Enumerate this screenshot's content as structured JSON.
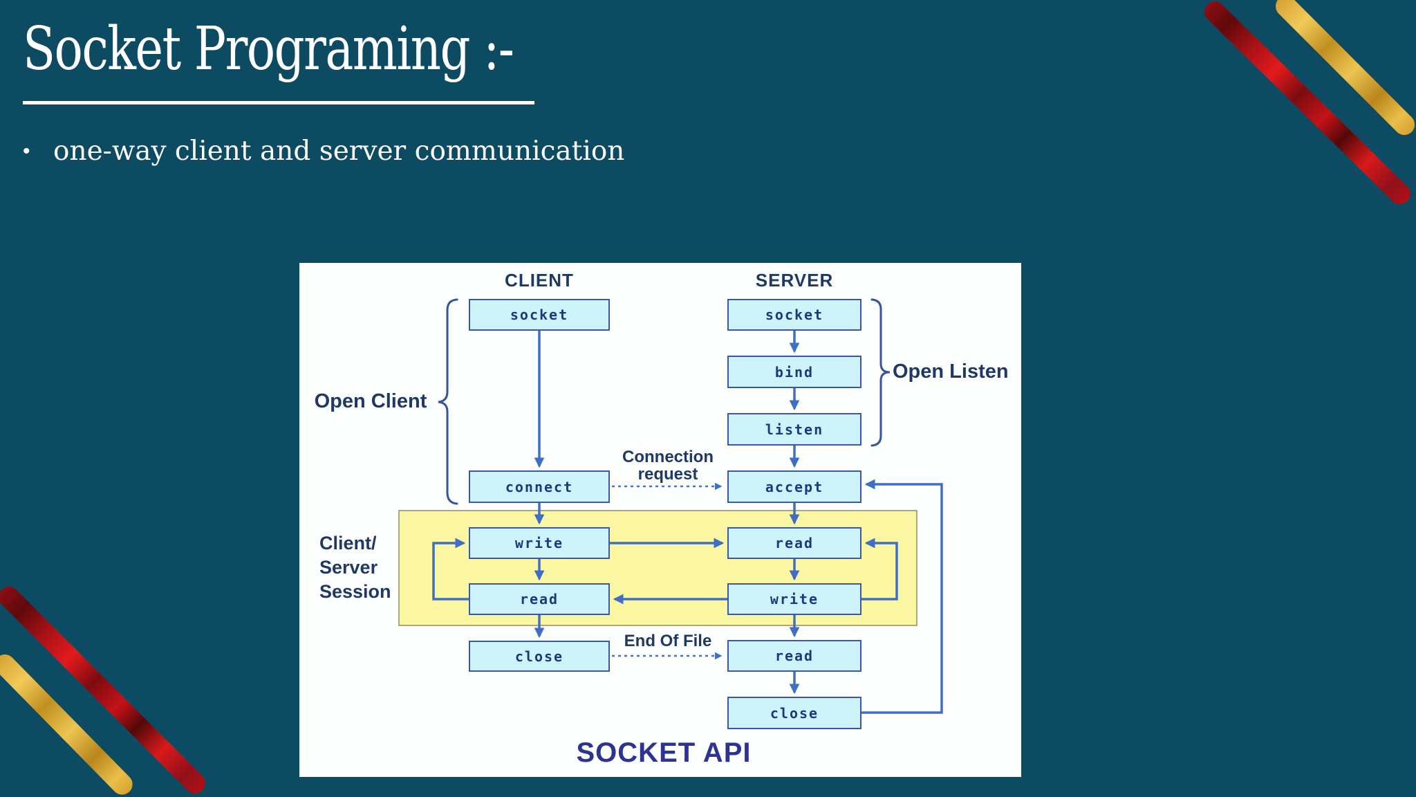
{
  "slide": {
    "title": "Socket Programing :-",
    "bullet": "one-way client and server communication"
  },
  "diagram": {
    "client_header": "CLIENT",
    "server_header": "SERVER",
    "caption": "SOCKET API",
    "labels": {
      "open_client": "Open Client",
      "open_listen": "Open Listen",
      "connection_request_line1": "Connection",
      "connection_request_line2": "request",
      "end_of_file": "End Of File",
      "session_line1": "Client/",
      "session_line2": "Server",
      "session_line3": "Session"
    },
    "client_flow": {
      "socket": "socket",
      "connect": "connect",
      "write": "write",
      "read": "read",
      "close": "close"
    },
    "server_flow": {
      "socket": "socket",
      "bind": "bind",
      "listen": "listen",
      "accept": "accept",
      "read_session": "read",
      "write": "write",
      "read_eof": "read",
      "close": "close"
    },
    "colors": {
      "panel": "#FDFEFE",
      "box_fill": "#CFF3FA",
      "box_border": "#3B57A8",
      "arrow": "#3F6FC5",
      "session_fill": "#FBF6A2",
      "label_navy": "#1F3864",
      "caption_navy": "#2C3392"
    }
  },
  "theme": {
    "background": "#0D4B63",
    "accent_red": "#C01116",
    "accent_gold": "#E3AC3A",
    "text": "#FFFFFF"
  }
}
